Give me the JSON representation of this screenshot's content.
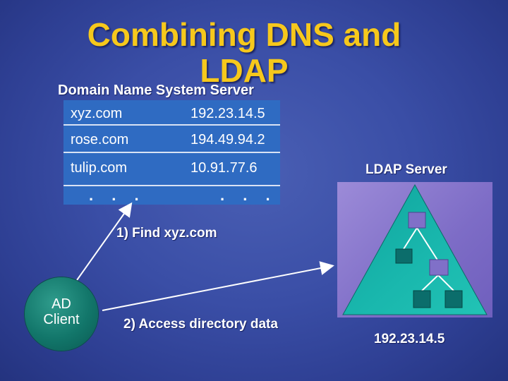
{
  "title": {
    "line1": "Combining DNS and",
    "line2": "LDAP"
  },
  "dns_server": {
    "label": "Domain Name System Server",
    "rows": [
      {
        "name": "xyz.com",
        "ip": "192.23.14.5"
      },
      {
        "name": "rose.com",
        "ip": "194.49.94.2"
      },
      {
        "name": "tulip.com",
        "ip": "10.91.77.6"
      }
    ],
    "ellipsis_name": ". . .",
    "ellipsis_ip": ". . ."
  },
  "ldap_server": {
    "label": "LDAP Server",
    "ip": "192.23.14.5"
  },
  "client": {
    "line1": "AD",
    "line2": "Client"
  },
  "steps": {
    "step1": "1) Find xyz.com",
    "step2": "2) Access directory data"
  },
  "colors": {
    "title": "#f6c81c",
    "table": "#2f6bc2",
    "triangle": "#14b0a8",
    "node_purple": "#8070c8",
    "node_teal": "#0b6d6b"
  }
}
